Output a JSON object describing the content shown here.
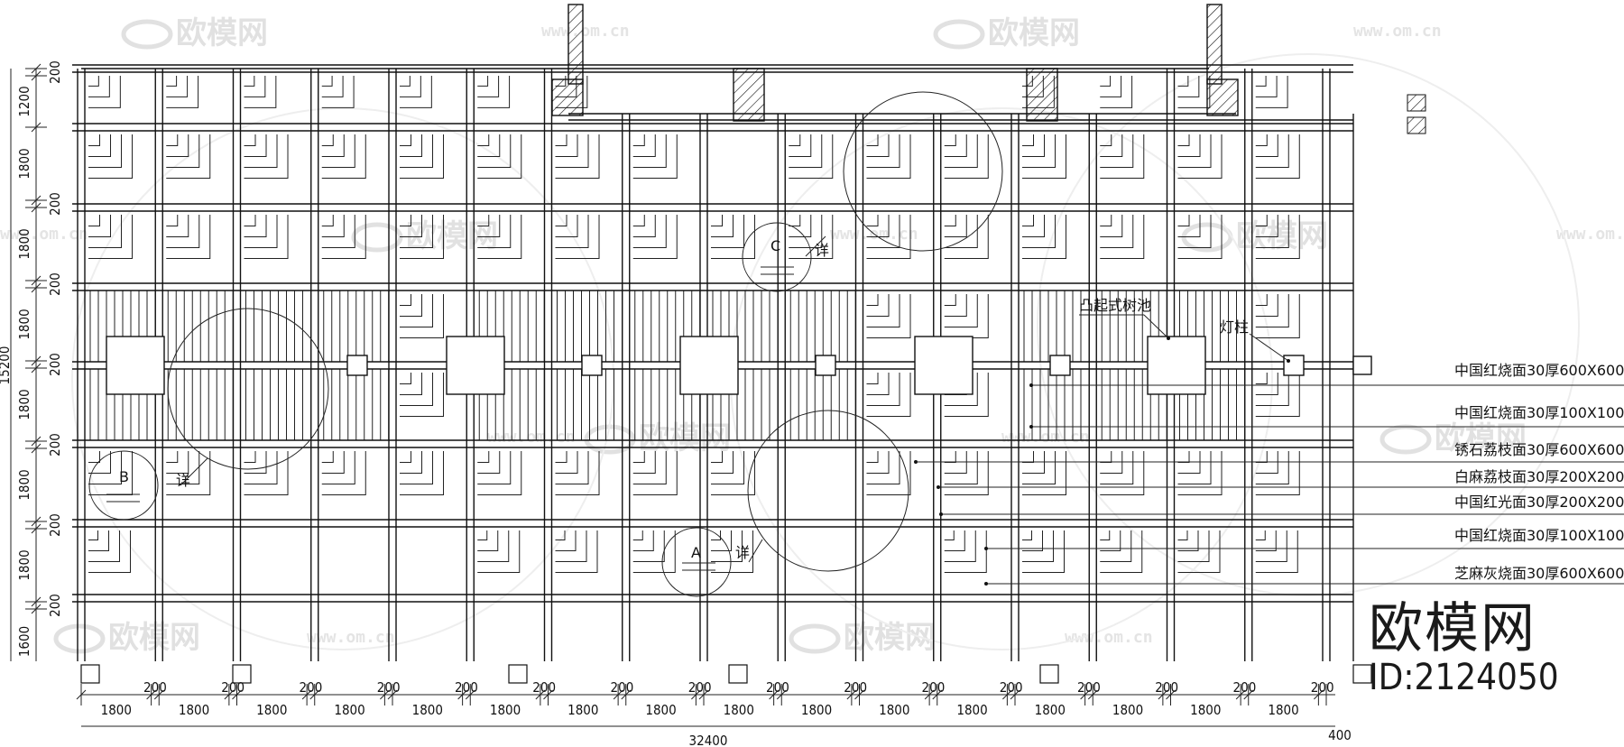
{
  "drawing": {
    "materials": [
      "中国红烧面30厚600X600",
      "中国红烧面30厚100X100",
      "锈石荔枝面30厚600X600",
      "白麻荔枝面30厚200X200",
      "中国红光面30厚200X200",
      "中国红烧面30厚100X100",
      "芝麻灰烧面30厚600X600"
    ],
    "callouts": {
      "tree_pool": "凸起式树池",
      "light": "灯柱",
      "detail": "详",
      "A": "A",
      "B": "B",
      "C": "C"
    },
    "bottom_dims": [
      "1800",
      "200",
      "1800",
      "200",
      "1800",
      "200",
      "1800",
      "200",
      "1800",
      "200",
      "1800",
      "200",
      "1800",
      "200",
      "1800",
      "200",
      "1800",
      "200",
      "1800",
      "200",
      "1800",
      "200",
      "1800",
      "200",
      "1800",
      "200",
      "1800",
      "200",
      "1800",
      "200",
      "1800",
      "200"
    ],
    "bottom_total": "32400",
    "bottom_end": "400",
    "left_dims": [
      "200",
      "1200",
      "1800",
      "200",
      "1800",
      "200",
      "1800",
      "200",
      "1800",
      "200",
      "1800",
      "200",
      "1800",
      "200",
      "1600"
    ],
    "left_total": "15200"
  },
  "watermark": {
    "brand": "欧模网",
    "url": "www.om.cn",
    "id": "ID:2124050"
  }
}
